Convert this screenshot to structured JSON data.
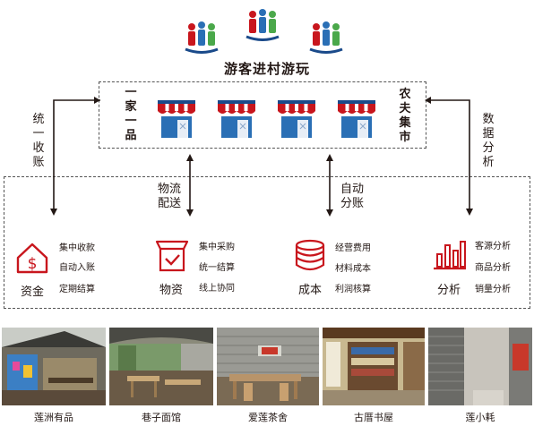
{
  "header": {
    "title": "游客进村游玩"
  },
  "market": {
    "left_label": [
      "一",
      "家",
      "一",
      "品"
    ],
    "right_label": [
      "农",
      "夫",
      "集",
      "市"
    ],
    "shop_count": 4
  },
  "arrows": {
    "left": [
      "统",
      "一",
      "收",
      "账"
    ],
    "right": [
      "数",
      "据",
      "分",
      "析"
    ],
    "logistics": [
      "物流",
      "配送"
    ],
    "settlement": [
      "自动",
      "分账"
    ]
  },
  "categories": [
    {
      "name": "资金",
      "icon": "dollar-house-icon",
      "items": [
        "集中收款",
        "自动入账",
        "定期结算"
      ]
    },
    {
      "name": "物资",
      "icon": "basket-check-icon",
      "items": [
        "集中采购",
        "统一结算",
        "线上协同"
      ]
    },
    {
      "name": "成本",
      "icon": "coin-stack-icon",
      "items": [
        "经营费用",
        "材料成本",
        "利润核算"
      ]
    },
    {
      "name": "分析",
      "icon": "bar-chart-icon",
      "items": [
        "客源分析",
        "商品分析",
        "销量分析"
      ]
    }
  ],
  "photos": [
    {
      "caption": "莲洲有品"
    },
    {
      "caption": "巷子面馆"
    },
    {
      "caption": "爱莲茶舍"
    },
    {
      "caption": "古厝书屋"
    },
    {
      "caption": "莲小耗"
    }
  ],
  "colors": {
    "accent": "#c8161d",
    "teal": "#1a9a8a",
    "blue": "#2a6fb5",
    "green": "#4aa84a"
  }
}
